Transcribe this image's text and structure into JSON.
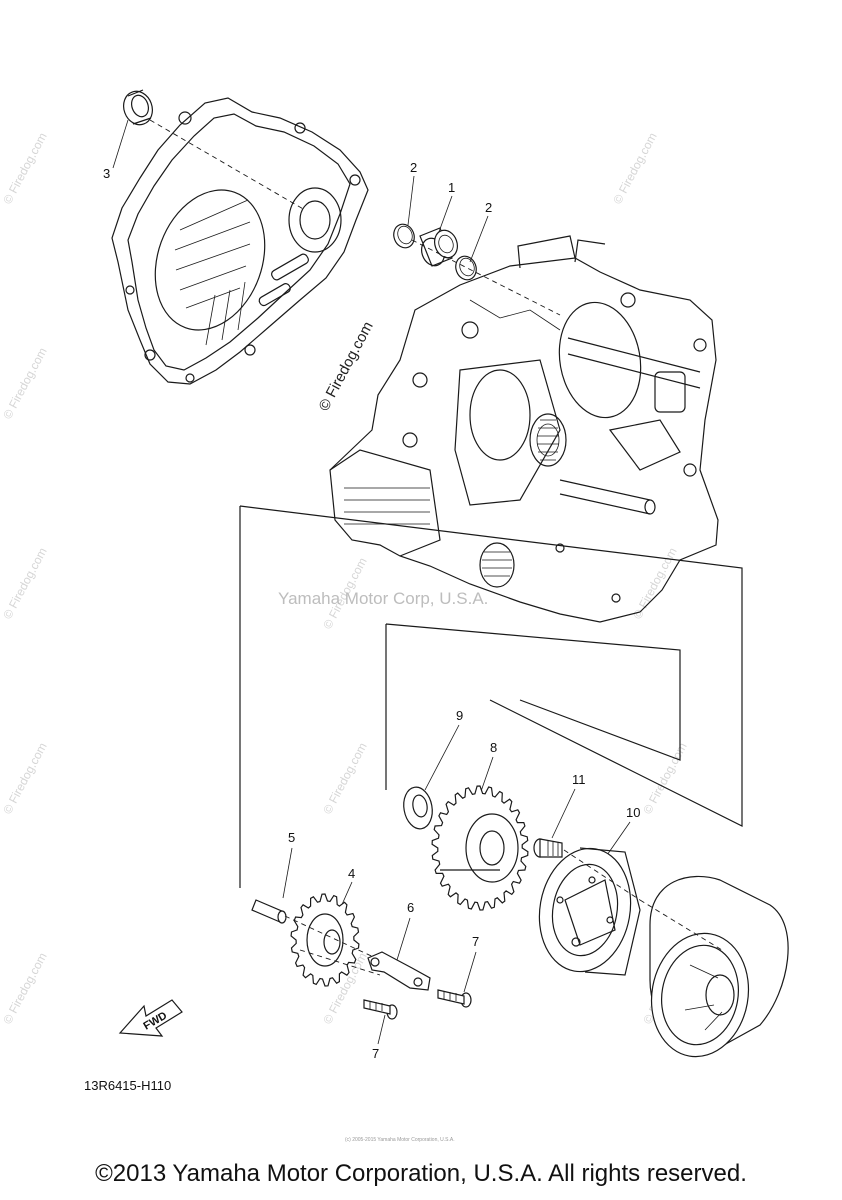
{
  "callouts": {
    "c1": "1",
    "c2a": "2",
    "c2b": "2",
    "c3": "3",
    "c4": "4",
    "c5": "5",
    "c6": "6",
    "c7a": "7",
    "c7b": "7",
    "c8": "8",
    "c9": "9",
    "c10": "10",
    "c11": "11"
  },
  "watermark_firedog": "© Firedog.com",
  "watermark_yamaha": "Yamaha Motor Corp, U.S.A.",
  "fwd_label": "FWD",
  "diagram_code": "13R6415-H110",
  "small_print": "(c) 2005-2015 Yamaha Motor Corporation, U.S.A.",
  "copyright": "©2013 Yamaha Motor Corporation, U.S.A. All rights reserved."
}
